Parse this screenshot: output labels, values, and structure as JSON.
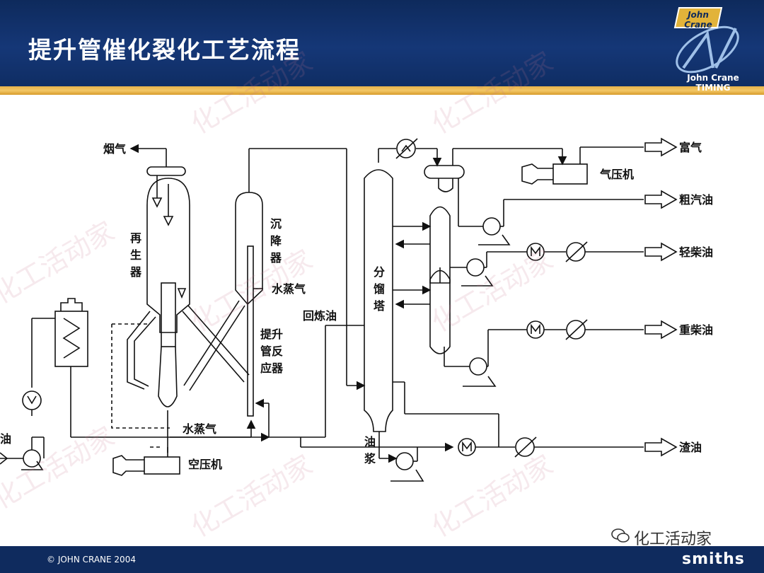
{
  "title": "提升管催化裂化工艺流程",
  "logo": {
    "badge_text": "John Crane",
    "subtitle": "John Crane TIMING"
  },
  "footer": {
    "copyright": "© JOHN CRANE 2004",
    "brand": "smiths"
  },
  "wechat_account": "化工活动家",
  "watermark_text": "化工活动家",
  "labels": {
    "flue_gas": "烟气",
    "regenerator": [
      "再",
      "生",
      "器"
    ],
    "settler": [
      "沉",
      "降",
      "器"
    ],
    "steam_upper": "水蒸气",
    "riser": [
      "提升",
      "管反",
      "应器"
    ],
    "recycle_oil": "回炼油",
    "fractionator": [
      "分",
      "馏",
      "塔"
    ],
    "slurry": [
      "油",
      "浆"
    ],
    "steam_lower": "水蒸气",
    "air_compressor": "空压机",
    "gas_compressor": "气压机",
    "feed_oil": "油"
  },
  "products": [
    "富气",
    "粗汽油",
    "轻柴油",
    "重柴油",
    "渣油"
  ],
  "colors": {
    "header": "#153777",
    "stripe": "#f3c766",
    "footer": "#0f2b5e",
    "line": "#111111"
  }
}
